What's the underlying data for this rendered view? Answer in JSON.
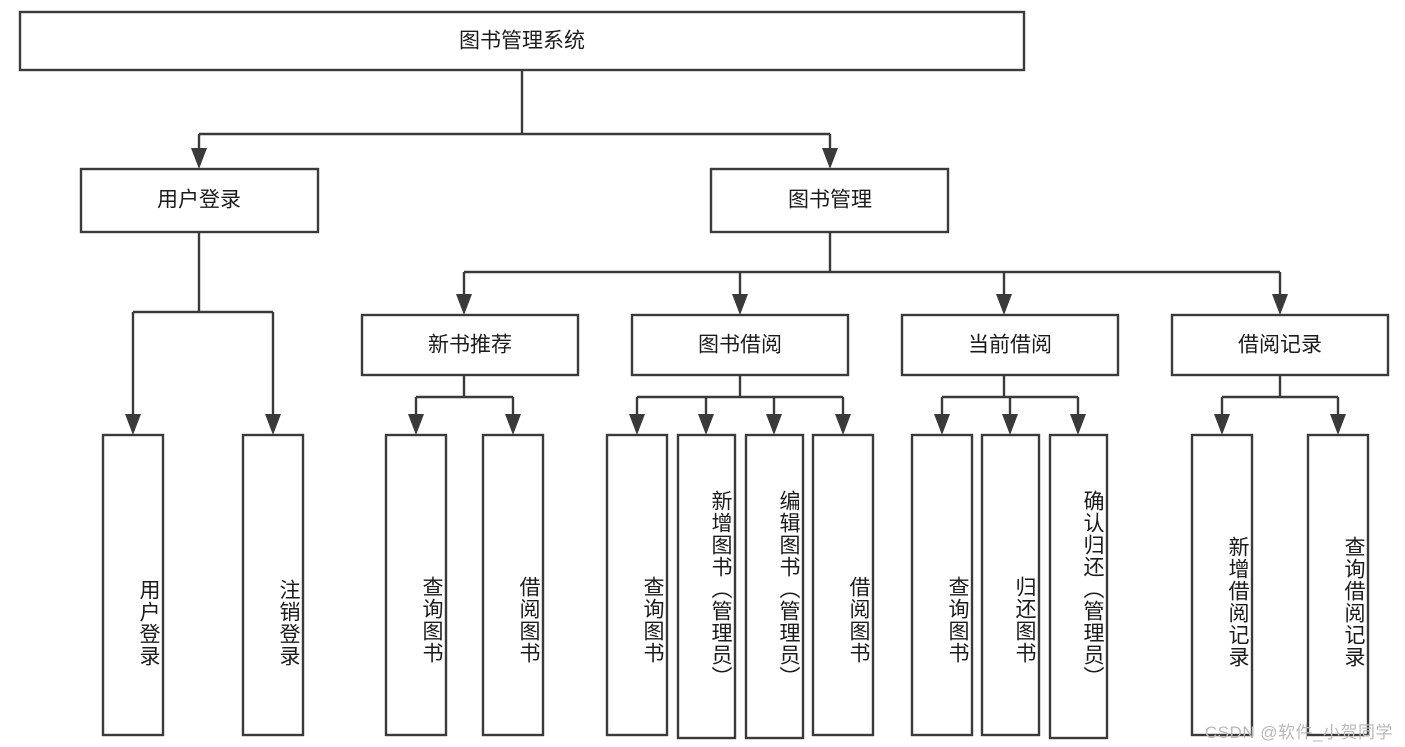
{
  "diagram": {
    "title": "图书管理系统",
    "type": "tree-hierarchy-chart",
    "root": {
      "label": "图书管理系统"
    },
    "level2": [
      {
        "label": "用户登录"
      },
      {
        "label": "图书管理"
      }
    ],
    "level3": [
      {
        "label": "新书推荐"
      },
      {
        "label": "图书借阅"
      },
      {
        "label": "当前借阅"
      },
      {
        "label": "借阅记录"
      }
    ],
    "leaves": {
      "user_login": [
        {
          "label": "用户登录"
        },
        {
          "label": "注销登录"
        }
      ],
      "new_book_recommend": [
        {
          "label": "查询图书"
        },
        {
          "label": "借阅图书"
        }
      ],
      "book_borrow": [
        {
          "label": "查询图书"
        },
        {
          "label": "新增图书（管理员）"
        },
        {
          "label": "编辑图书（管理员）"
        },
        {
          "label": "借阅图书"
        }
      ],
      "current_borrow": [
        {
          "label": "查询图书"
        },
        {
          "label": "归还图书"
        },
        {
          "label": "确认归还（管理员）"
        }
      ],
      "borrow_record": [
        {
          "label": "新增借阅记录"
        },
        {
          "label": "查询借阅记录"
        }
      ]
    }
  },
  "watermark": {
    "text": "CSDN @软件_小贺同学"
  },
  "colors": {
    "stroke": "#3a3a3a",
    "box_fill": "#ffffff",
    "text": "#1b1b1b",
    "watermark": "#b9b9b9",
    "background": "#ffffff"
  }
}
